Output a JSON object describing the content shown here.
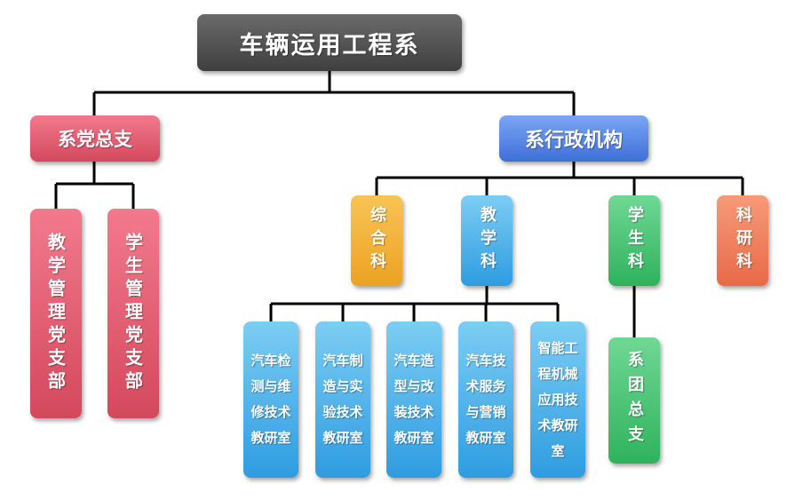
{
  "root": {
    "label": "车辆运用工程系"
  },
  "party": {
    "label": "系党总支",
    "children": [
      {
        "label": "教学管理党支部"
      },
      {
        "label": "学生管理党支部"
      }
    ]
  },
  "admin": {
    "label": "系行政机构",
    "children": [
      {
        "label": "综合科"
      },
      {
        "label": "教学科"
      },
      {
        "label": "学生科"
      },
      {
        "label": "科研科"
      }
    ]
  },
  "teaching_offices": [
    {
      "label": "汽车检测与维修技术教研室"
    },
    {
      "label": "汽车制造与实验技术教研室"
    },
    {
      "label": "汽车造型与改装技术教研室"
    },
    {
      "label": "汽车技术服务与营销教研室"
    },
    {
      "label": "智能工程机械应用技术教研室"
    }
  ],
  "student_unit": {
    "label": "系团总支"
  }
}
